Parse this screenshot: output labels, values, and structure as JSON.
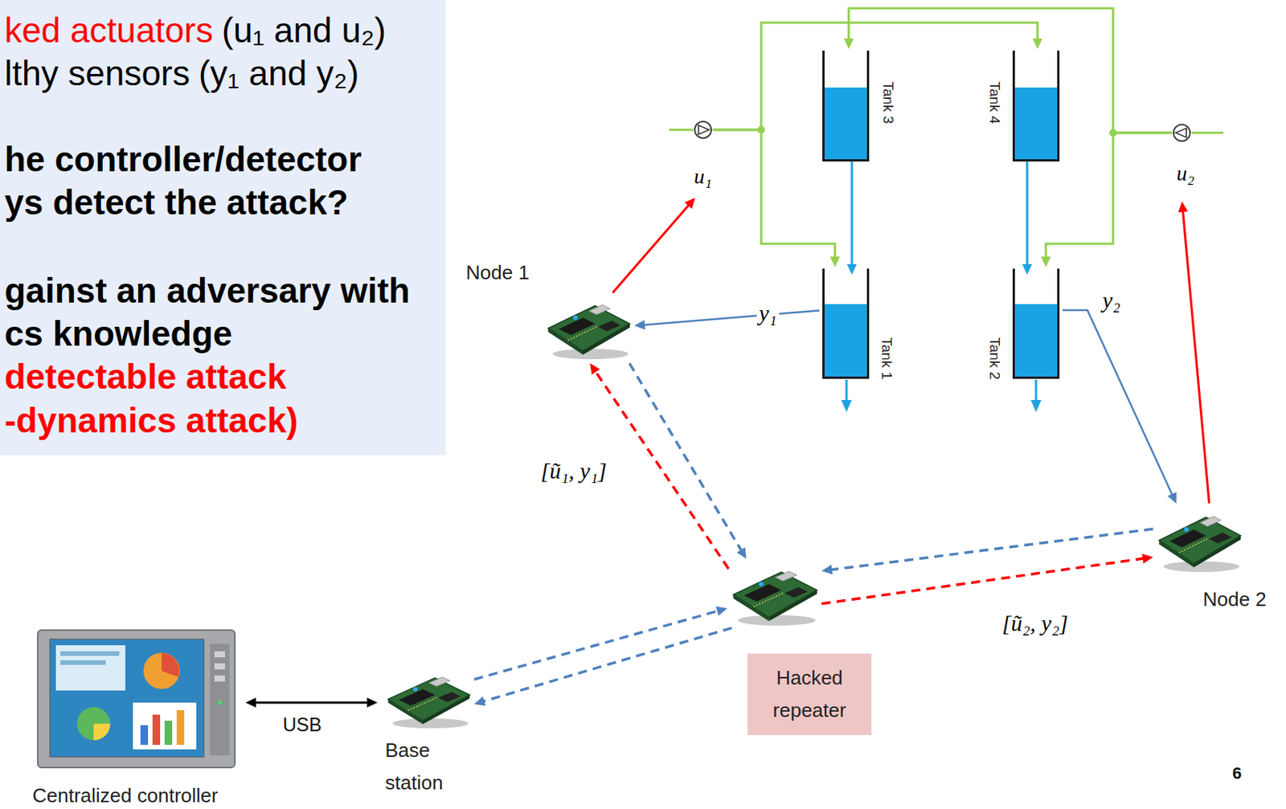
{
  "diagram": {
    "nodes": [
      {
        "text": [
          "ked actuators",
          "(u₁ and u₂)",
          "lthy sensors",
          "(y₁ and y₂)",
          "he controller/detector",
          "ys detect the attack?",
          "gainst an adversary with",
          "cs knowledge",
          "detectable attack",
          "-dynamics attack)"
        ]
      },
      {
        "text": [
          "Tank 3"
        ]
      },
      {
        "text": [
          "Tank 4"
        ]
      },
      {
        "text": [
          "u₁"
        ]
      },
      {
        "text": [
          "u₂"
        ]
      },
      {
        "text": [
          "Node 1"
        ]
      },
      {
        "text": [
          "Tank 1"
        ]
      },
      {
        "text": [
          "Tank 2"
        ]
      },
      {
        "text": [
          "Hacked repeater"
        ]
      },
      {
        "text": [
          "Node 2"
        ]
      },
      {
        "text": [
          "Base station"
        ]
      },
      {
        "text": [
          "Centralized controller"
        ]
      }
    ],
    "edges": [
      {
        "from": 5,
        "to": 3,
        "arrow": "to"
      },
      {
        "from": 6,
        "to": 5,
        "label": "y₁",
        "arrow": "to"
      },
      {
        "from": 9,
        "to": 4,
        "arrow": "to"
      },
      {
        "from": 7,
        "to": 9,
        "label": "y₂",
        "arrow": "to"
      },
      {
        "from": 5,
        "to": 8,
        "arrow": "to"
      },
      {
        "from": 8,
        "to": 5,
        "label": "[ũ₁, y₁]",
        "arrow": "to"
      },
      {
        "from": 9,
        "to": 8,
        "arrow": "to"
      },
      {
        "from": 8,
        "to": 9,
        "label": "[ũ₂, y₂]",
        "arrow": "to"
      },
      {
        "from": 10,
        "to": 8,
        "arrow": "to"
      },
      {
        "from": 8,
        "to": 10,
        "arrow": "to"
      },
      {
        "from": 11,
        "to": 10,
        "label": "USB",
        "arrow": "both"
      },
      {
        "from": 1,
        "to": 6,
        "arrow": "to"
      },
      {
        "from": 2,
        "to": 7,
        "arrow": "to"
      },
      {
        "from": 3,
        "to": 6,
        "arrow": "to"
      },
      {
        "from": 3,
        "to": 2,
        "arrow": "to"
      },
      {
        "from": 4,
        "to": 7,
        "arrow": "to"
      },
      {
        "from": 4,
        "to": 1,
        "arrow": "to"
      }
    ],
    "labels": [
      "6"
    ]
  }
}
